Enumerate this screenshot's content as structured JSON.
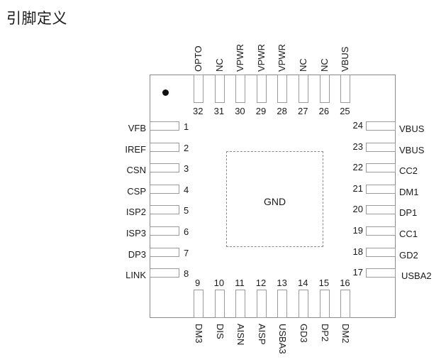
{
  "title": "引脚定义",
  "package": {
    "pin1_marker": "dot",
    "center_pad_label": "GND"
  },
  "pins": {
    "left": [
      {
        "num": "1",
        "name": "VFB"
      },
      {
        "num": "2",
        "name": "IREF"
      },
      {
        "num": "3",
        "name": "CSN"
      },
      {
        "num": "4",
        "name": "CSP"
      },
      {
        "num": "5",
        "name": "ISP2"
      },
      {
        "num": "6",
        "name": "ISP3"
      },
      {
        "num": "7",
        "name": "DP3"
      },
      {
        "num": "8",
        "name": "LINK"
      }
    ],
    "bottom": [
      {
        "num": "9",
        "name": "DM3"
      },
      {
        "num": "10",
        "name": "DIS"
      },
      {
        "num": "11",
        "name": "AISN"
      },
      {
        "num": "12",
        "name": "AISP"
      },
      {
        "num": "13",
        "name": "USBA3"
      },
      {
        "num": "14",
        "name": "GD3"
      },
      {
        "num": "15",
        "name": "DP2"
      },
      {
        "num": "16",
        "name": "DM2"
      }
    ],
    "right": [
      {
        "num": "24",
        "name": "VBUS"
      },
      {
        "num": "23",
        "name": "VBUS"
      },
      {
        "num": "22",
        "name": "CC2"
      },
      {
        "num": "21",
        "name": "DM1"
      },
      {
        "num": "20",
        "name": "DP1"
      },
      {
        "num": "19",
        "name": "CC1"
      },
      {
        "num": "18",
        "name": "GD2"
      },
      {
        "num": "17",
        "name": "USBA2"
      }
    ],
    "top": [
      {
        "num": "32",
        "name": "OPTO"
      },
      {
        "num": "31",
        "name": "NC"
      },
      {
        "num": "30",
        "name": "VPWR"
      },
      {
        "num": "29",
        "name": "VPWR"
      },
      {
        "num": "28",
        "name": "VPWR"
      },
      {
        "num": "27",
        "name": "NC"
      },
      {
        "num": "26",
        "name": "NC"
      },
      {
        "num": "25",
        "name": "VBUS"
      }
    ]
  }
}
